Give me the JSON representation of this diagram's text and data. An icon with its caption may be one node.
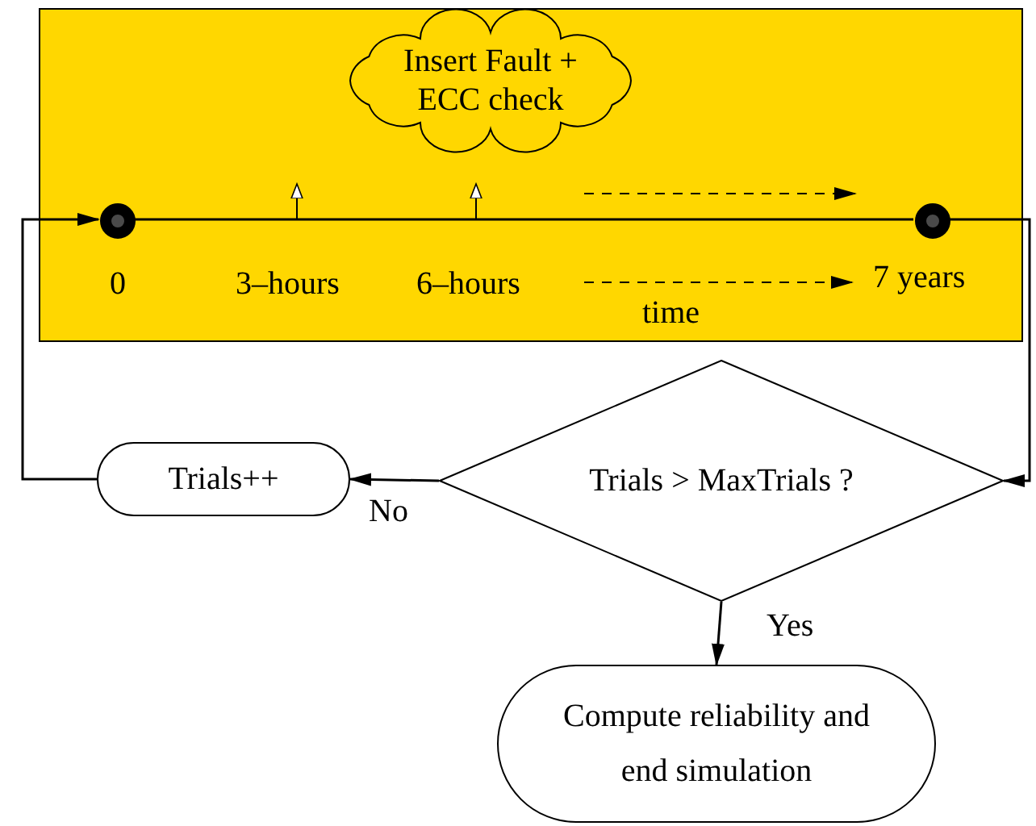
{
  "diagram": {
    "nodes": [
      {
        "text": [],
        "shape": "box"
      },
      {
        "text": [
          "Insert Fault + ECC check"
        ],
        "in": 0
      },
      {
        "text": [],
        "shape": "circle",
        "in": 0
      },
      {
        "text": [],
        "shape": "circle",
        "in": 0
      },
      {
        "text": [
          "Trials++"
        ]
      },
      {
        "text": [
          "Trials > MaxTrials ?"
        ]
      },
      {
        "text": [
          "Compute reliability and end simulation"
        ]
      }
    ],
    "edges": [
      {
        "from": 2,
        "to": 3,
        "arrow": "none"
      },
      {
        "from": 3,
        "to": 5,
        "arrow": "to"
      },
      {
        "from": 5,
        "to": 4,
        "arrow": "to",
        "label": "No"
      },
      {
        "from": 5,
        "to": 6,
        "arrow": "to",
        "label": "Yes"
      },
      {
        "from": 4,
        "to": 2,
        "arrow": "to"
      }
    ],
    "labels": [
      "0",
      "3–hours",
      "6–hours",
      "7 years",
      "time"
    ]
  }
}
